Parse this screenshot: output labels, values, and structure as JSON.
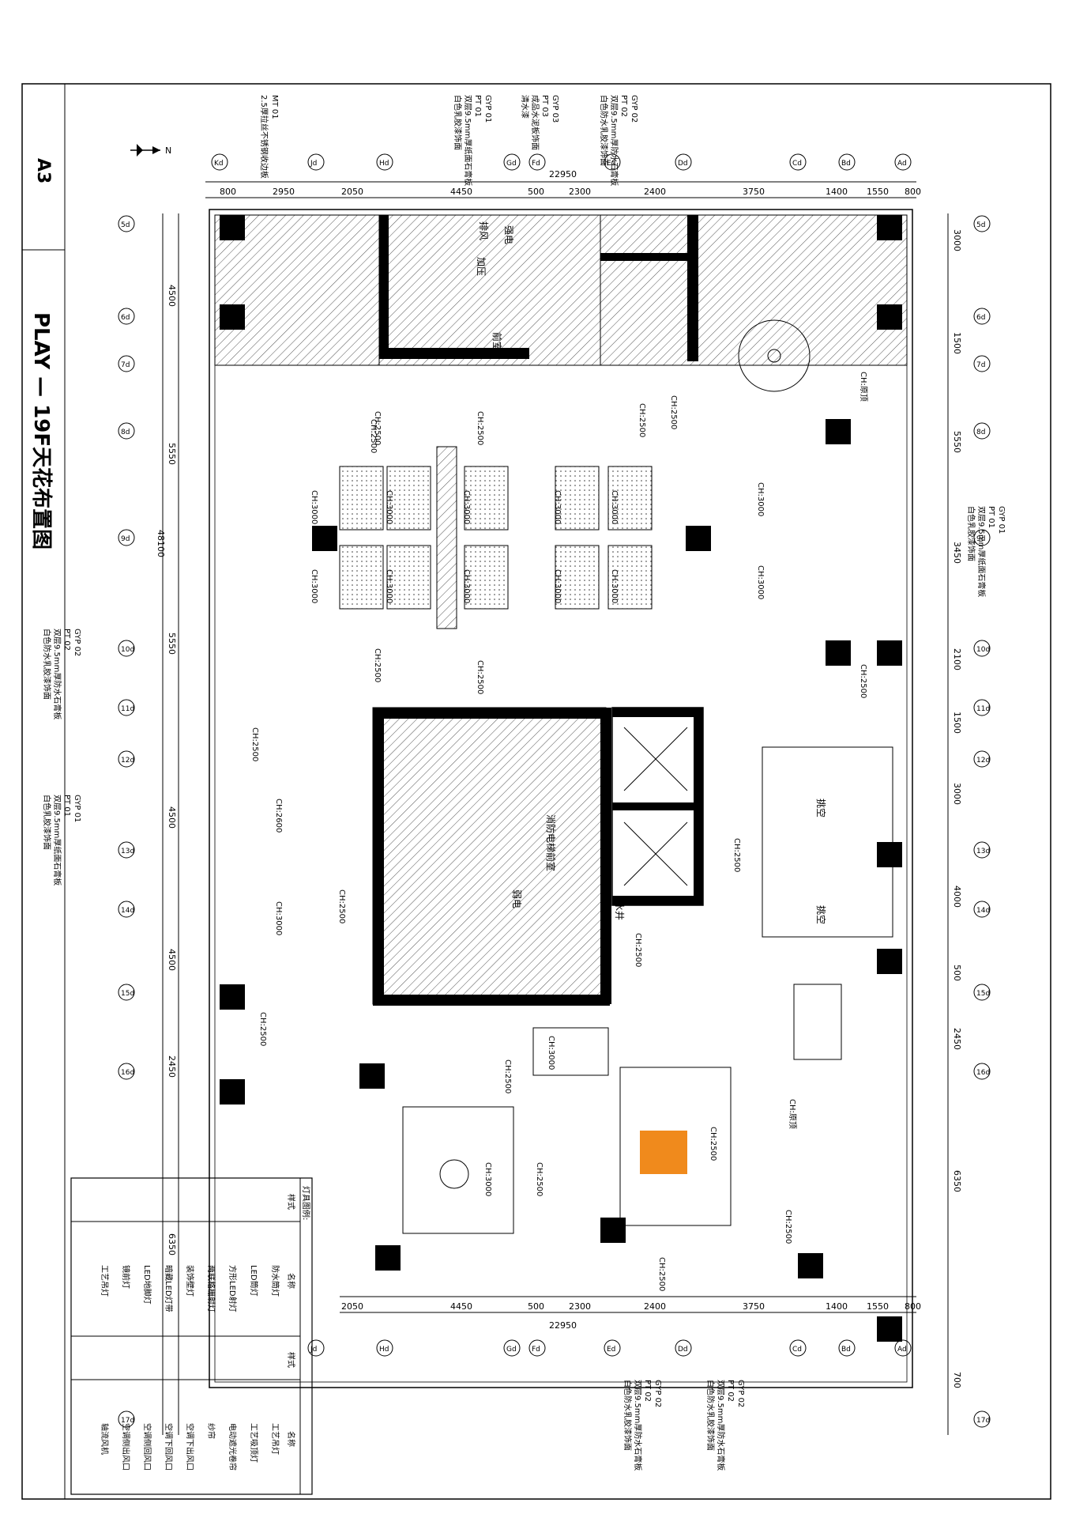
{
  "sheet": {
    "size": "A3",
    "title": "PLAY — 19F天花布置图",
    "north": "N"
  },
  "dims_top_total": "22950",
  "dims_top": [
    "800",
    "2950",
    "2050",
    "4450",
    "500",
    "2300",
    "2400",
    "3750",
    "1400",
    "1550",
    "800"
  ],
  "dims_bottom_total": "22950",
  "dims_bottom": [
    "2050",
    "4450",
    "500",
    "2300",
    "2400",
    "3750",
    "1400",
    "1550",
    "800"
  ],
  "dims_left_total": "48100",
  "dims_left": [
    "4500",
    "5550",
    "5550",
    "4500",
    "4500",
    "2450",
    "6350"
  ],
  "dims_right": [
    "3000",
    "1500",
    "5550",
    "3450",
    "2100",
    "1500",
    "3000",
    "4000",
    "500",
    "2450",
    "6350",
    "700"
  ],
  "grid_top": [
    "Kd",
    "Jd",
    "Hd",
    "Gd",
    "Fd",
    "Ed",
    "Dd",
    "Cd",
    "Bd",
    "Ad"
  ],
  "grid_bottom": [
    "Jd",
    "Hd",
    "Gd",
    "Fd",
    "Ed",
    "Dd",
    "Cd",
    "Bd",
    "Ad"
  ],
  "grid_side": [
    "5d",
    "6d",
    "7d",
    "8d",
    "9d",
    "10d",
    "11d",
    "12d",
    "13d",
    "14d",
    "15d",
    "16d",
    "17d"
  ],
  "ceiling_heights": [
    "CH:2500",
    "CH:3000",
    "CH:2600",
    "CH:原顶"
  ],
  "rooms": {
    "fire_lobby": "消防电梯前室",
    "lobby": "前室",
    "pressurize": "加压",
    "smoke": "排风",
    "strong_elec": "强电",
    "weak_elec": "弱电",
    "water": "水井",
    "void": "挑空",
    "wind": "风",
    "water_short": "水"
  },
  "notes": {
    "mt01": [
      "MT 01",
      "2.5厚拉丝不锈钢收边板"
    ],
    "gyp02": [
      "GYP 02",
      "PT 02",
      "双层9.5mm厚防水石膏板",
      "白色防水乳胶漆饰面"
    ],
    "gyp03": [
      "GYP 03",
      "PT 03",
      "成品水泥板饰面",
      "清水漆"
    ],
    "gyp01": [
      "GYP 01",
      "PT 01",
      "双层9.5mm厚纸面石膏板",
      "白色乳胶漆饰面"
    ]
  },
  "legend": {
    "header": "灯具图例:",
    "col_style": "样式",
    "col_name": "名称",
    "left_names": [
      "防水筒灯",
      "LED筒灯",
      "方形LED射灯",
      "两联格栅射灯",
      "装饰壁灯",
      "暗藏LED灯带",
      "LED地脚灯",
      "镜前灯",
      "工艺吊灯"
    ],
    "right_names": [
      "工艺吊灯",
      "工艺吸顶灯",
      "电动遮光卷帘",
      "纱帘",
      "空调下出风口",
      "空调下回风口",
      "空调侧回风口",
      "空调侧出风口",
      "轴流风机"
    ]
  }
}
